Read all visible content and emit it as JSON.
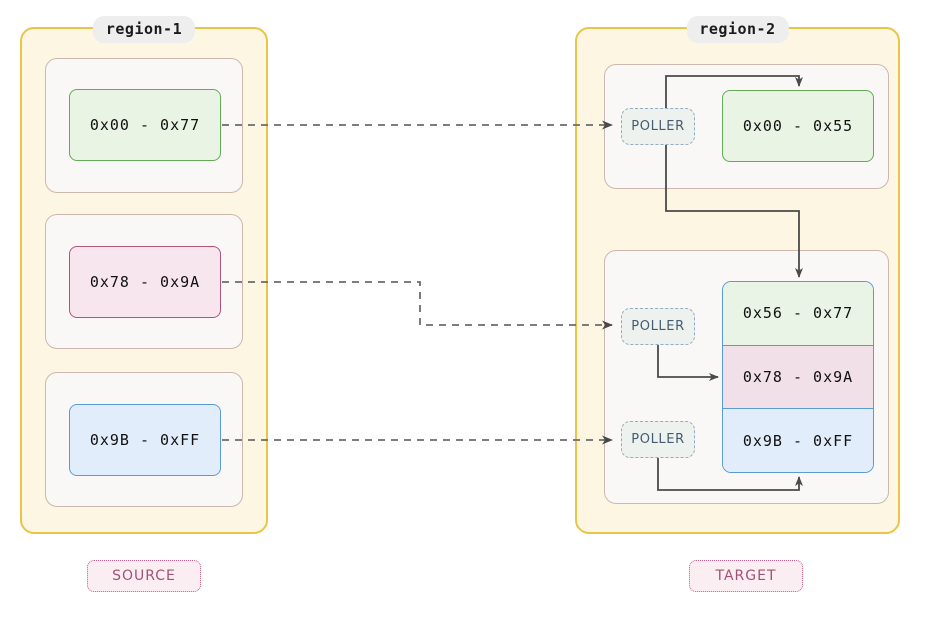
{
  "diagram": {
    "title_left": "region-1",
    "title_right": "region-2",
    "source_label": "SOURCE",
    "target_label": "TARGET",
    "poller_label": "POLLER",
    "colors": {
      "region_border": "#e9c547",
      "region_fill": "#fdf6e3",
      "card_border": "#ccb8ae",
      "card_fill": "#faf8f7",
      "green_border": "#63ab57",
      "green_fill": "#e9f4e4",
      "pink_border": "#b05478",
      "pink_fill": "#f7e6ee",
      "blue_border": "#5b9bd5",
      "blue_fill": "#e2edfb",
      "poller_border": "#93acc4",
      "poller_text": "#465a72",
      "wire": "#4a4a4a",
      "label_border": "#c05f87",
      "label_text": "#a35175"
    }
  },
  "source": {
    "ranges": [
      {
        "text": "0x00 - 0x77",
        "color": "green"
      },
      {
        "text": "0x78 - 0x9A",
        "color": "pink"
      },
      {
        "text": "0x9B - 0xFF",
        "color": "blue"
      }
    ]
  },
  "target": {
    "top_range": {
      "text": "0x00 - 0x55",
      "color": "green"
    },
    "stack": [
      {
        "text": "0x56 - 0x77",
        "color": "green"
      },
      {
        "text": "0x78 - 0x9A",
        "color": "pink"
      },
      {
        "text": "0x9B - 0xFF",
        "color": "blue"
      }
    ],
    "pollers": [
      {
        "label": "POLLER"
      },
      {
        "label": "POLLER"
      },
      {
        "label": "POLLER"
      }
    ]
  }
}
